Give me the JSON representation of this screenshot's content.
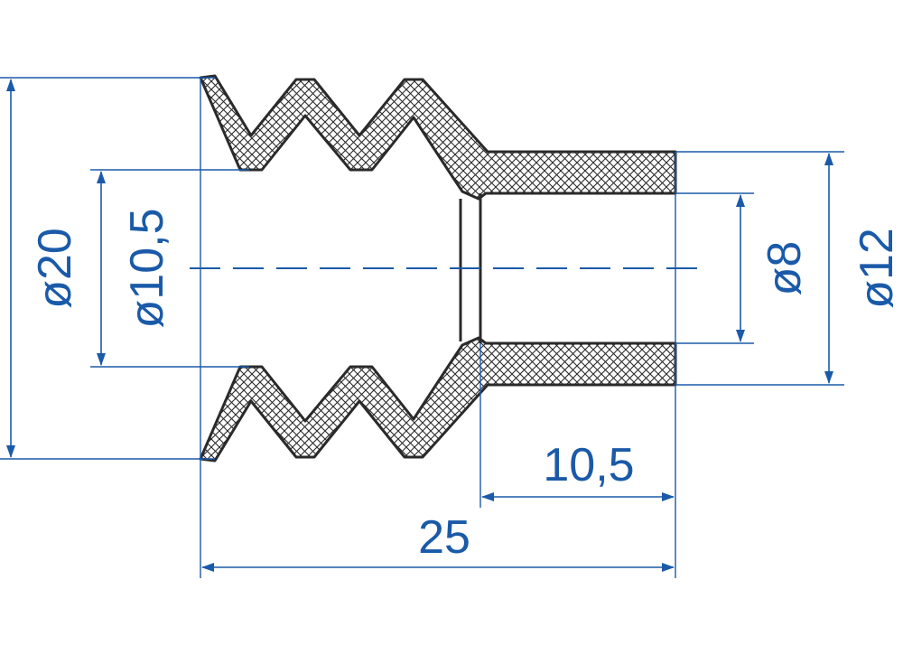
{
  "diagram": {
    "dimensions": {
      "overall_diameter": "ø20",
      "inner_bellows_diameter": "ø10,5",
      "outer_collar_diameter": "ø12",
      "bore_diameter": "ø8",
      "collar_length": "10,5",
      "overall_length": "25"
    },
    "colors": {
      "dimension": "#1a5aa8",
      "outline": "#2a2a2a",
      "hatch": "#2a2a2a",
      "background": "#ffffff"
    }
  }
}
